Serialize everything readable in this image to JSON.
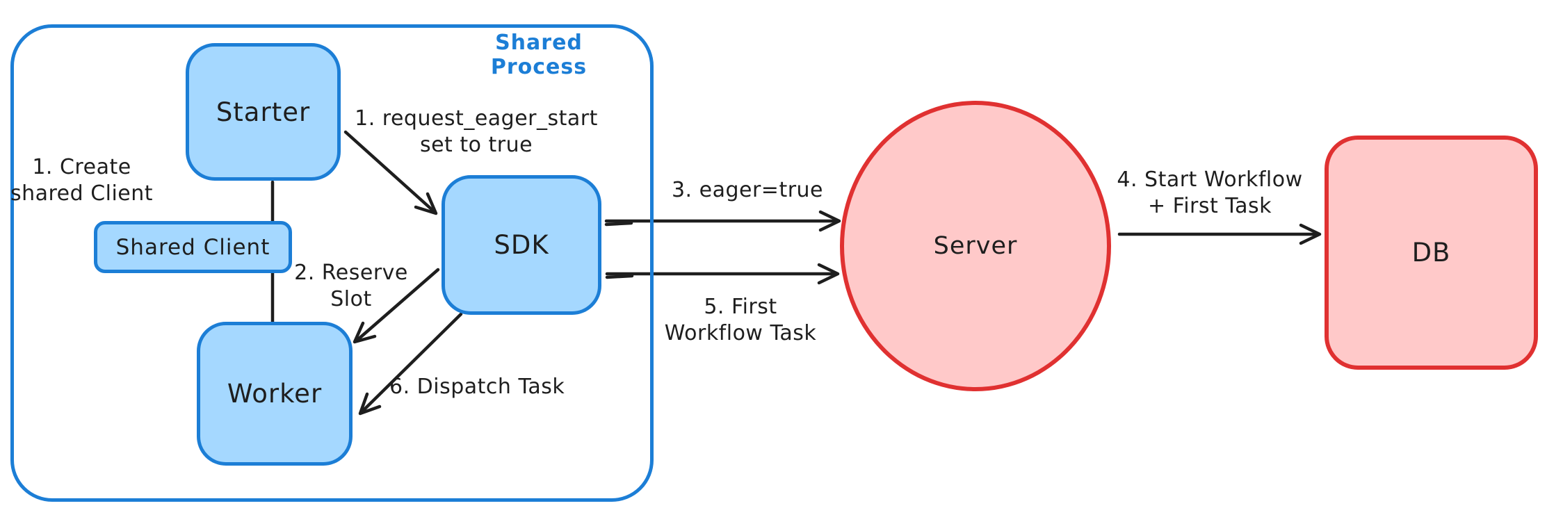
{
  "diagram": {
    "shared_process_label": "Shared Process",
    "nodes": {
      "starter": "Starter",
      "shared_client": "Shared Client",
      "worker": "Worker",
      "sdk": "SDK",
      "server": "Server",
      "db": "DB"
    },
    "labels": {
      "create_client_1": "1. Create",
      "create_client_2": "shared Client",
      "request_eager_1": "1. request_eager_start",
      "request_eager_2": "set to true",
      "reserve_slot_1": "2. Reserve",
      "reserve_slot_2": "Slot",
      "eager_true": "3. eager=true",
      "start_workflow_1": "4. Start Workflow",
      "start_workflow_2": "+ First Task",
      "first_task_1": "5. First",
      "first_task_2": "Workflow Task",
      "dispatch_task": "6. Dispatch Task"
    },
    "colors": {
      "blue_stroke": "#1c7ed6",
      "blue_fill": "#a5d8ff",
      "red_stroke": "#e03131",
      "red_fill": "#ffc9c9",
      "ink": "#1e1e1e",
      "background": "#ffffff"
    }
  }
}
